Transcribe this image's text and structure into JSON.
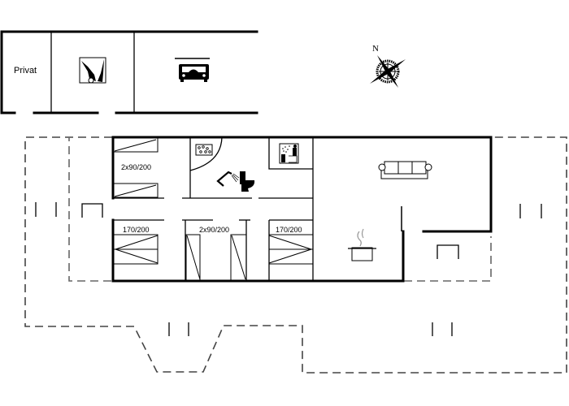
{
  "plan": {
    "outbuilding": {
      "rooms": [
        {
          "name": "privat",
          "label": "Privat"
        },
        {
          "name": "utility",
          "icon": "vacuum-cleaner-icon"
        },
        {
          "name": "carport",
          "icon": "car-garage-icon"
        }
      ]
    },
    "compass": {
      "north_label": "N",
      "icon": "compass-rose-icon"
    },
    "house": {
      "bedrooms": [
        {
          "name": "bedroom-1",
          "label": "2x90/200"
        },
        {
          "name": "bedroom-2",
          "label": "170/200"
        },
        {
          "name": "bedroom-3",
          "label": "2x90/200"
        },
        {
          "name": "bedroom-4",
          "label": "170/200"
        }
      ],
      "bathroom": {
        "icons": [
          "whirlpool-icon",
          "shower-icon",
          "toilet-icon"
        ]
      },
      "sauna": {
        "icon": "sauna-icon"
      },
      "living_room": {
        "icon": "sofa-icon"
      },
      "kitchen": {
        "icon": "cooking-pot-icon"
      }
    },
    "colors": {
      "wall": "#000000",
      "terrace": "#444444",
      "background": "#ffffff"
    }
  }
}
